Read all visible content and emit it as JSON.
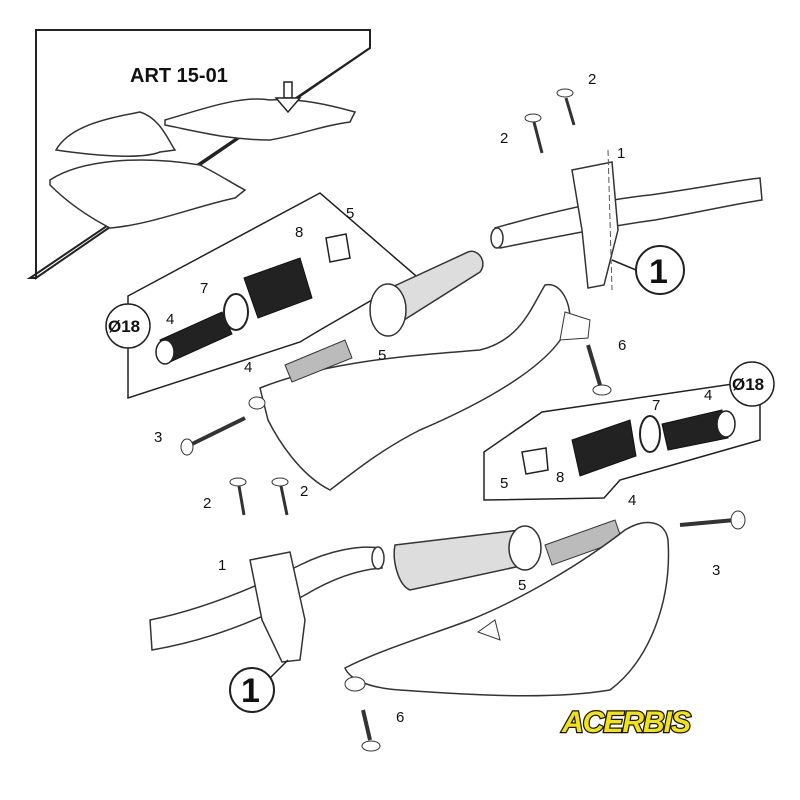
{
  "inset": {
    "title": "ART 15-01"
  },
  "brand": {
    "logo_text": "ACERBIS",
    "logo_color": "#f5e400",
    "logo_outline": "#111111"
  },
  "callouts": {
    "top_right_clamp": "1",
    "bottom_left_clamp": "1"
  },
  "detail_top": {
    "diameter": "Ø18",
    "parts": [
      "4",
      "7",
      "8",
      "5"
    ]
  },
  "detail_bottom": {
    "diameter": "Ø18",
    "parts": [
      "5",
      "8",
      "7",
      "4"
    ]
  },
  "labels": {
    "tr_bolt_a": "2",
    "tr_bolt_b": "2",
    "tr_clamp": "1",
    "tl_bolt_long": "3",
    "tl_plug": "4",
    "tl_nut": "5",
    "tr_screw": "6",
    "bl_bolt_a": "2",
    "bl_bolt_b": "2",
    "bl_clamp": "1",
    "br_plug": "4",
    "br_nut": "5",
    "br_bolt_long": "3",
    "bl_screw": "6"
  }
}
